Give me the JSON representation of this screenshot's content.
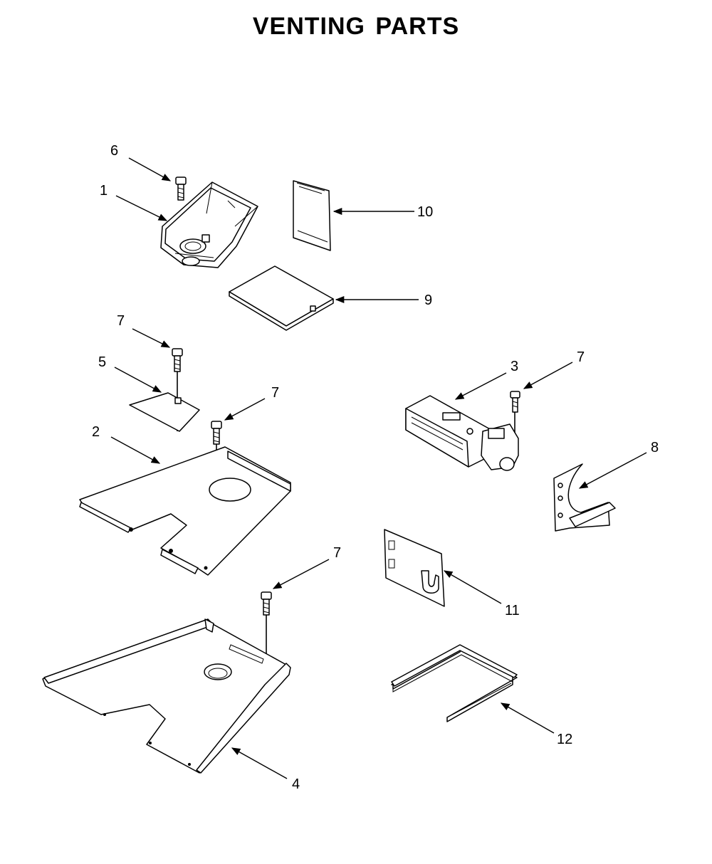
{
  "title": "VENTING PARTS",
  "callouts": {
    "c1": "1",
    "c2": "2",
    "c3": "3",
    "c4": "4",
    "c5": "5",
    "c6": "6",
    "c7a": "7",
    "c7b": "7",
    "c7c": "7",
    "c7d": "7",
    "c8": "8",
    "c9": "9",
    "c10": "10",
    "c11": "11",
    "c12": "12"
  }
}
